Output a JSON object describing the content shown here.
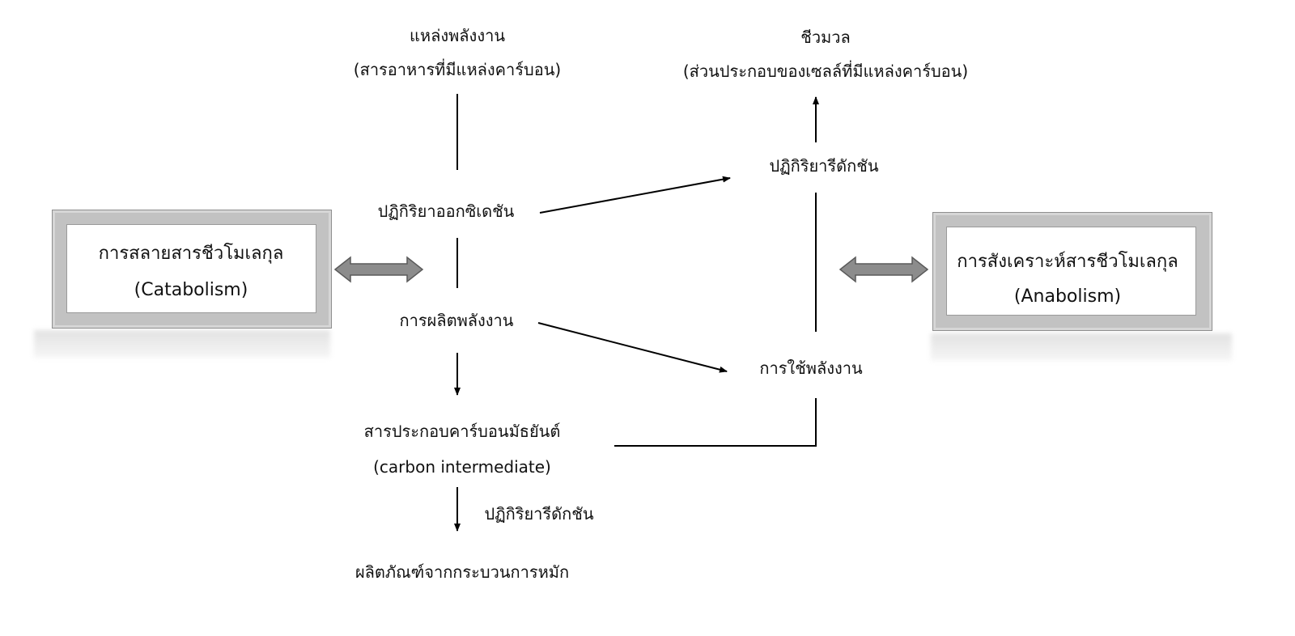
{
  "nodes": {
    "energy_source": "แหล่งพลังงาน",
    "energy_source_sub": "(สารอาหารที่มีแหล่งคาร์บอน)",
    "biomass": "ชีวมวล",
    "biomass_sub": "(ส่วนประกอบของเซลล์ที่มีแหล่งคาร์บอน)",
    "oxidation": "ปฏิกิริยาออกซิเดชัน",
    "reduction_top": "ปฏิกิริยารีดักชัน",
    "energy_production": "การผลิตพลังงาน",
    "energy_use": "การใช้พลังงาน",
    "intermediate": "สารประกอบคาร์บอนมัธยันต์",
    "intermediate_sub": "(carbon intermediate)",
    "reduction_bottom": "ปฏิกิริยารีดักชัน",
    "fermentation_product": "ผลิตภัณฑ์จากกระบวนการหมัก"
  },
  "boxes": {
    "catabolism": {
      "title": "การสลายสารชีวโมเลกุล",
      "subtitle": "(Catabolism)"
    },
    "anabolism": {
      "title": "การสังเคราะห์สารชีวโมเลกุล",
      "subtitle": "(Anabolism)"
    }
  },
  "colors": {
    "line": "#000000",
    "box_frame": "#c2c2c2",
    "double_arrow_fill": "#8c8c8c"
  }
}
